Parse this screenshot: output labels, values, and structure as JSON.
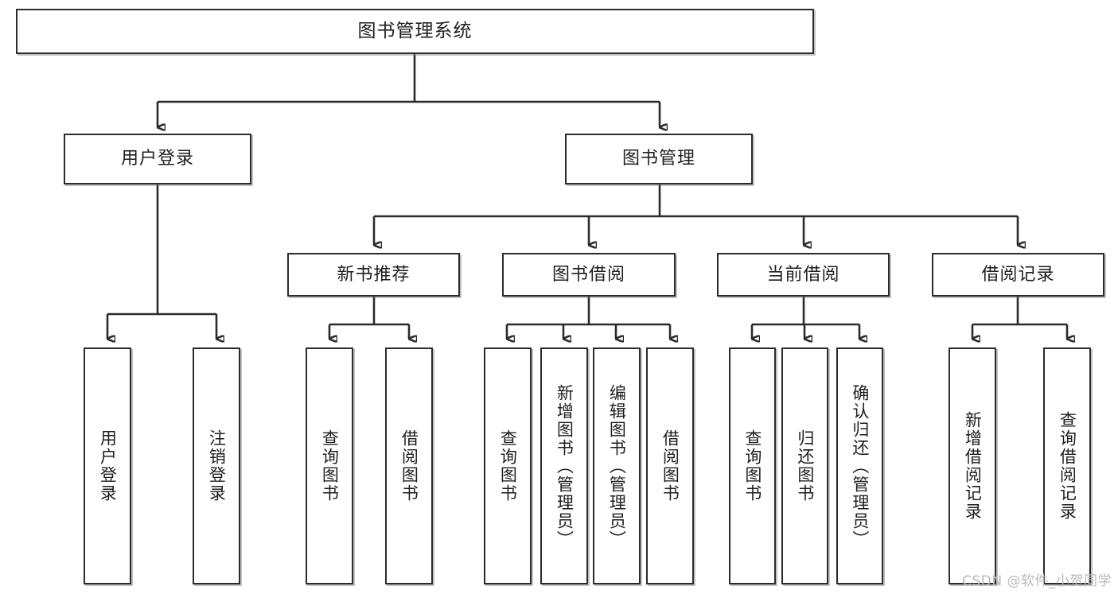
{
  "diagram": {
    "title": "图书管理系统",
    "type": "tree-hierarchy",
    "watermark": "CSDN @软件_小贺同学",
    "colors": {
      "box_border": "#2b2b2b",
      "box_fill": "#ffffff",
      "connector": "#2b2b2b",
      "text": "#1e1e1e",
      "watermark": "#b9b9b9"
    },
    "root": {
      "label": "图书管理系统"
    },
    "level2": [
      {
        "label": "用户登录"
      },
      {
        "label": "图书管理"
      }
    ],
    "level3": [
      {
        "label": "新书推荐"
      },
      {
        "label": "图书借阅"
      },
      {
        "label": "当前借阅"
      },
      {
        "label": "借阅记录"
      }
    ],
    "leaves": {
      "user_login": [
        {
          "label": "用户登录"
        },
        {
          "label": "注销登录"
        }
      ],
      "new_book_recommend": [
        {
          "label": "查询图书"
        },
        {
          "label": "借阅图书"
        }
      ],
      "book_borrow": [
        {
          "label": "查询图书"
        },
        {
          "label": "新增图书（管理员）"
        },
        {
          "label": "编辑图书（管理员）"
        },
        {
          "label": "借阅图书"
        }
      ],
      "current_borrow": [
        {
          "label": "查询图书"
        },
        {
          "label": "归还图书"
        },
        {
          "label": "确认归还（管理员）"
        }
      ],
      "borrow_record": [
        {
          "label": "新增借阅记录"
        },
        {
          "label": "查询借阅记录"
        }
      ]
    }
  }
}
